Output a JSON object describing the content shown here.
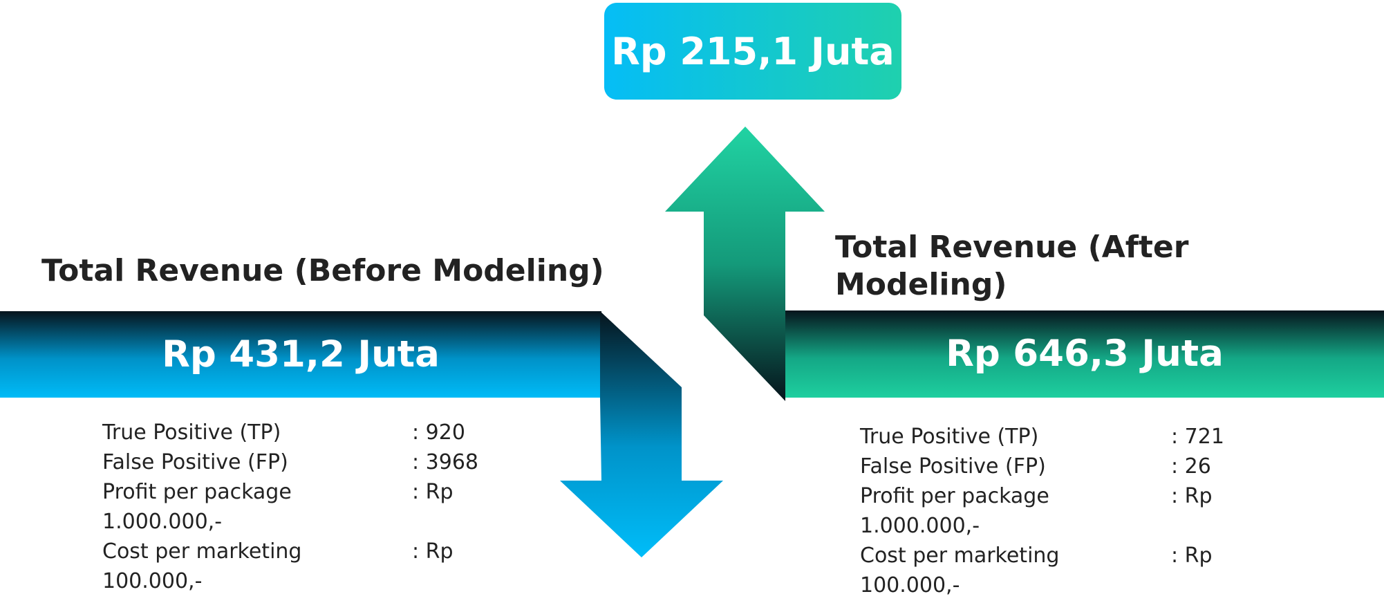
{
  "difference": {
    "value": "Rp 215,1 Juta"
  },
  "before": {
    "title": "Total Revenue (Before Modeling)",
    "value": "Rp 431,2 Juta",
    "stats": [
      {
        "label": "True Positive (TP)",
        "value": ": 920"
      },
      {
        "label": "False Positive (FP)",
        "value": ": 3968"
      },
      {
        "label": "Profit per package 1.000.000,-",
        "value": ": Rp"
      },
      {
        "label": "Cost per marketing 100.000,-",
        "value": ": Rp"
      }
    ]
  },
  "after": {
    "title": "Total Revenue (After Modeling)",
    "value": "Rp 646,3 Juta",
    "stats": [
      {
        "label": "True Positive (TP)",
        "value": ": 721"
      },
      {
        "label": "False Positive (FP)",
        "value": ": 26"
      },
      {
        "label": "Profit per package 1.000.000,-",
        "value": ": Rp"
      },
      {
        "label": "Cost per marketing 100.000,-",
        "value": ": Rp"
      }
    ]
  },
  "colors": {
    "blue": "#00b9f5",
    "teal": "#1ecf9f",
    "dark": "#06141c"
  }
}
